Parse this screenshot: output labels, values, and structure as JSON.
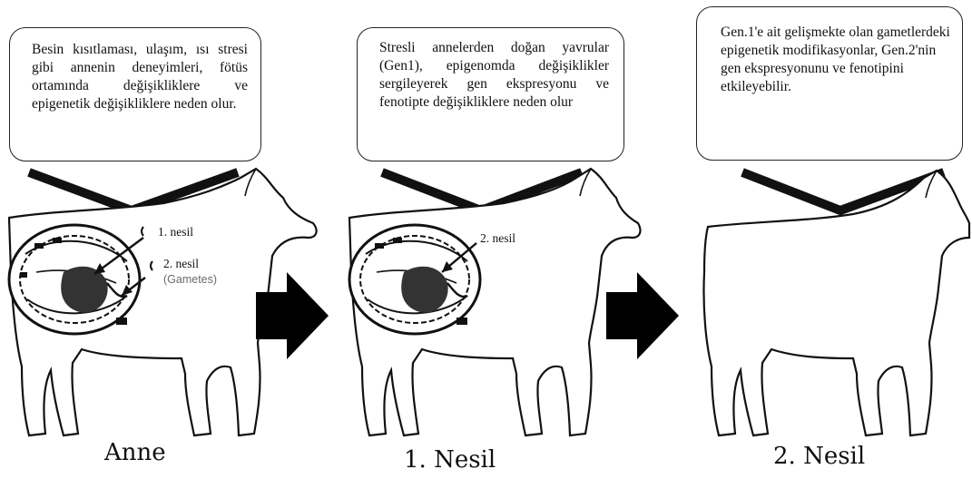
{
  "panels": [
    {
      "callout": "Besin kısıtlaması, ulaşım, ısı stresi gibi annenin deneyimleri, fötüs ortamında değişikliklere ve epigenetik değişikliklere neden olur.",
      "label": "Anne",
      "annotations": {
        "gen1": "1. nesil",
        "gen2": "2. nesil",
        "gametes": "(Gametes)"
      }
    },
    {
      "callout": "Stresli annelerden doğan yavrular (Gen1), epigenomda değişiklikler sergileyerek gen ekspresyonu ve fenotipte değişikliklere neden olur",
      "label": "1. Nesil",
      "annotations": {
        "gen2": "2. nesil"
      }
    },
    {
      "callout": "Gen.1'e ait gelişmekte olan gametlerdeki epigenetik modifikasyonlar, Gen.2'nin gen ekspresyonunu ve fenotipini etkileyebilir.",
      "label": "2. Nesil"
    }
  ]
}
